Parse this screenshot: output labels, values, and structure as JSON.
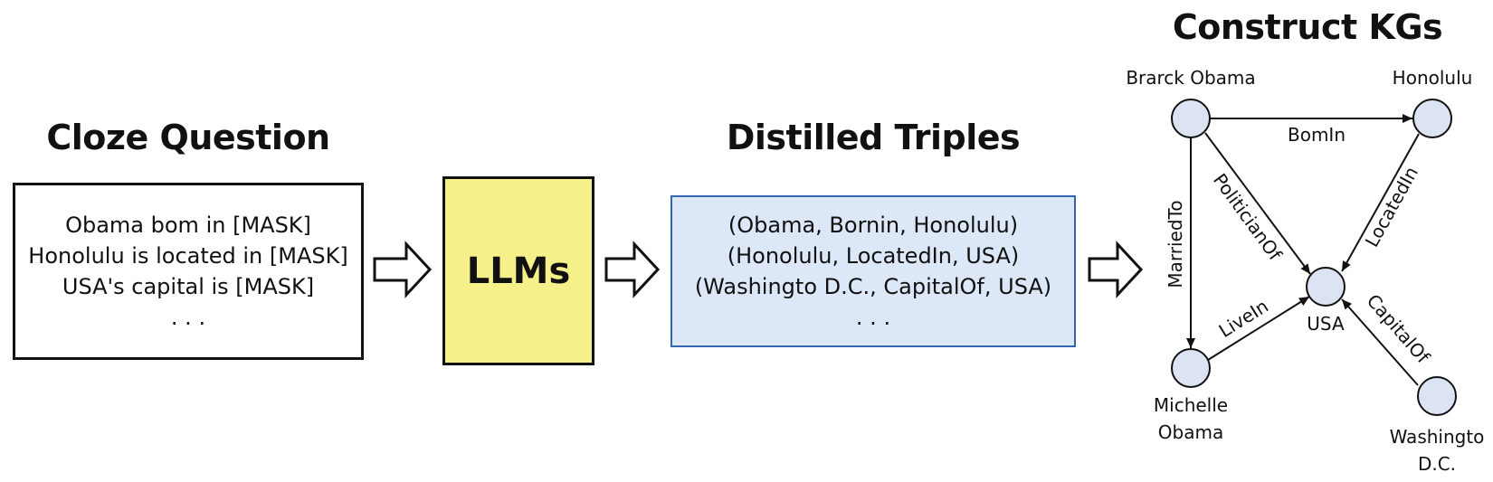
{
  "cloze": {
    "title": "Cloze Question",
    "lines": [
      "Obama bom in [MASK]",
      "Honolulu is located in [MASK]",
      "USA's capital is [MASK]",
      ". . ."
    ]
  },
  "llm": {
    "label": "LLMs"
  },
  "triples": {
    "title": "Distilled Triples",
    "lines": [
      "(Obama, Bornin, Honolulu)",
      "(Honolulu, LocatedIn, USA)",
      "(Washingto D.C., CapitalOf, USA)",
      ". . ."
    ]
  },
  "kg": {
    "title": "Construct KGs",
    "nodes": {
      "obama": {
        "label_lines": [
          "Brarck Obama"
        ]
      },
      "honolulu": {
        "label_lines": [
          "Honolulu"
        ]
      },
      "usa": {
        "label_lines": [
          "USA"
        ]
      },
      "michelle": {
        "label_lines": [
          "Michelle",
          "Obama"
        ]
      },
      "washington": {
        "label_lines": [
          "Washingto",
          "D.C."
        ]
      }
    },
    "edges": {
      "bornin": "BomIn",
      "marriedto": "MarriedTo",
      "politicianof": "PoliticianOf",
      "locatedin": "LocatedIn",
      "livein": "LiveIn",
      "capitalof": "CapitalOf"
    }
  },
  "colors": {
    "llm_fill": "#f5f08a",
    "triples_fill": "#dce8f7",
    "triples_border": "#3567b0",
    "node_fill": "#dce4f3"
  }
}
